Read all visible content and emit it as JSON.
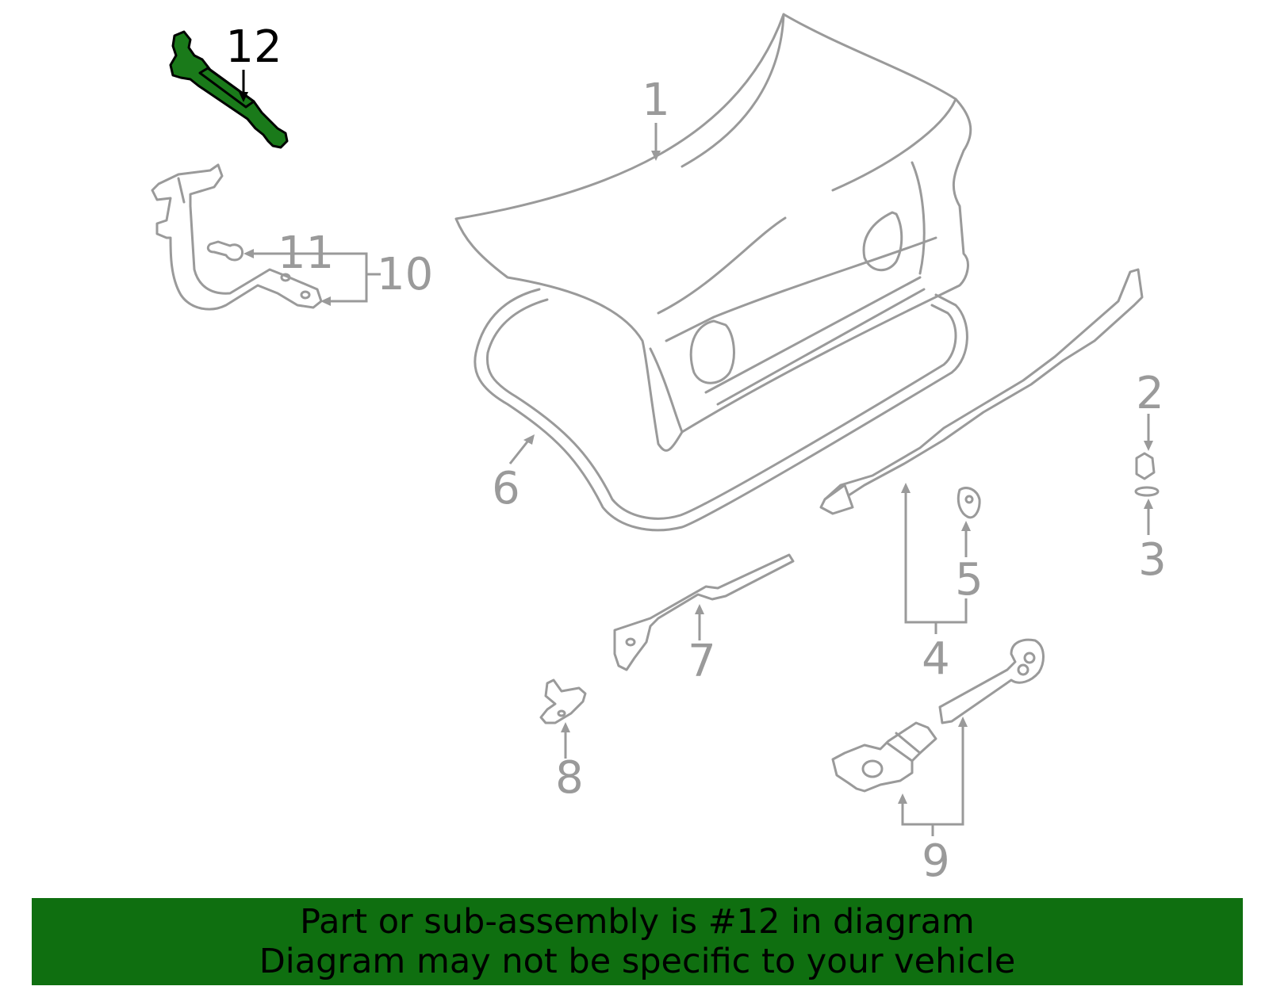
{
  "diagram": {
    "highlight_color": "#1a7a1a",
    "part_color": "#9a9a9a",
    "callouts": {
      "c1": "1",
      "c2": "2",
      "c3": "3",
      "c4": "4",
      "c5": "5",
      "c6": "6",
      "c7": "7",
      "c8": "8",
      "c9": "9",
      "c10": "10",
      "c11": "11",
      "c12": "12"
    }
  },
  "banner": {
    "background": "#0f6f10",
    "line1": "Part or sub-assembly is #12 in diagram",
    "line2": "Diagram may not be specific to your vehicle"
  }
}
